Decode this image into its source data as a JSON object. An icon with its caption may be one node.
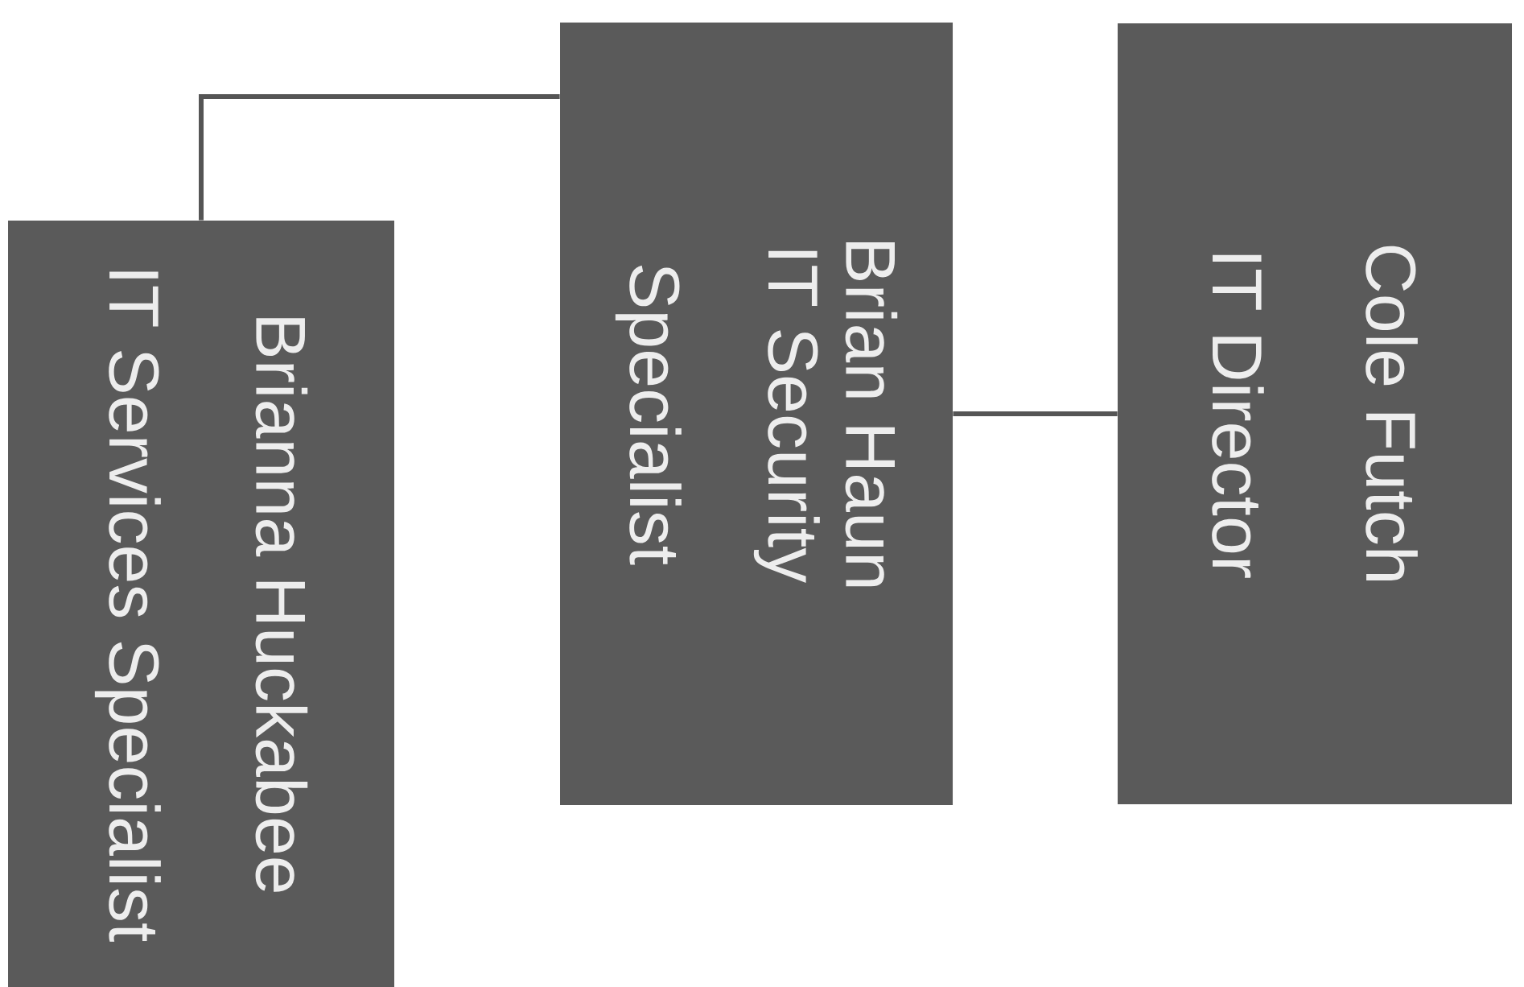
{
  "diagram": {
    "nodes": [
      {
        "text": [
          "Cole Futch",
          "IT Director"
        ]
      },
      {
        "text": [
          "Brian Haun",
          "IT Security Specialist"
        ]
      },
      {
        "text": [
          "Brianna Huckabee",
          "IT Services Specialist"
        ]
      }
    ],
    "edges": [
      {
        "from": 0,
        "to": 1,
        "arrow": "none"
      },
      {
        "from": 1,
        "to": 2,
        "arrow": "none"
      }
    ]
  }
}
